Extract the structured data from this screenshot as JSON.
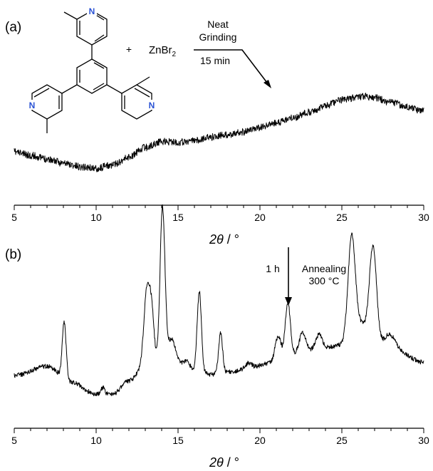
{
  "chart_data": [
    {
      "panel": "a",
      "type": "line",
      "panel_label": "(a)",
      "xlabel_var": "2θ",
      "xlabel_unit": "/ °",
      "xlim": [
        5,
        30
      ],
      "xticks": [
        5,
        10,
        15,
        20,
        25,
        30
      ],
      "grid": false,
      "series": [
        {
          "x": [
            5,
            6,
            7,
            8,
            9,
            10,
            11,
            12,
            13,
            14,
            15,
            16,
            17,
            18,
            19,
            20,
            21,
            22,
            23,
            24,
            25,
            26,
            26.5,
            27,
            28,
            29,
            30
          ],
          "values": [
            0.4,
            0.36,
            0.32,
            0.27,
            0.23,
            0.21,
            0.25,
            0.34,
            0.45,
            0.52,
            0.51,
            0.53,
            0.57,
            0.6,
            0.63,
            0.68,
            0.73,
            0.79,
            0.86,
            0.93,
            1.0,
            1.03,
            1.04,
            1.02,
            0.97,
            0.92,
            0.87
          ]
        }
      ],
      "annotations": {
        "reagent": "ZnBr",
        "reagent_subscript": "2",
        "plus": "+",
        "condition_top": "Neat",
        "condition_mid": "Grinding",
        "condition_bottom": "15 min"
      }
    },
    {
      "panel": "b",
      "type": "line",
      "panel_label": "(b)",
      "xlabel_var": "2θ",
      "xlabel_unit": "/ °",
      "xlim": [
        5,
        30
      ],
      "xticks": [
        5,
        10,
        15,
        20,
        25,
        30
      ],
      "grid": false,
      "baseline": [
        [
          5,
          0.26
        ],
        [
          7,
          0.33
        ],
        [
          8.5,
          0.21
        ],
        [
          10,
          0.12
        ],
        [
          11,
          0.12
        ],
        [
          12,
          0.22
        ],
        [
          13,
          0.34
        ],
        [
          15,
          0.33
        ],
        [
          17,
          0.27
        ],
        [
          19,
          0.3
        ],
        [
          20.5,
          0.35
        ],
        [
          22,
          0.42
        ],
        [
          24,
          0.47
        ],
        [
          26,
          0.52
        ],
        [
          28,
          0.47
        ],
        [
          30,
          0.36
        ]
      ],
      "peaks": [
        [
          8.05,
          0.42,
          0.12
        ],
        [
          10.4,
          0.05,
          0.12
        ],
        [
          13.1,
          0.55,
          0.18
        ],
        [
          13.4,
          0.35,
          0.15
        ],
        [
          14.05,
          1.17,
          0.15
        ],
        [
          14.6,
          0.2,
          0.25
        ],
        [
          15.5,
          0.05,
          0.2
        ],
        [
          16.3,
          0.6,
          0.13
        ],
        [
          17.6,
          0.3,
          0.12
        ],
        [
          19.3,
          0.05,
          0.2
        ],
        [
          21.1,
          0.18,
          0.18
        ],
        [
          21.7,
          0.4,
          0.15
        ],
        [
          22.6,
          0.15,
          0.2
        ],
        [
          23.6,
          0.1,
          0.2
        ],
        [
          25.6,
          0.78,
          0.22
        ],
        [
          26.9,
          0.72,
          0.22
        ],
        [
          26.2,
          0.12,
          0.3
        ],
        [
          27.9,
          0.1,
          0.3
        ]
      ],
      "annotations": {
        "time": "1 h",
        "condition_top": "Annealing",
        "condition_bottom": "300 °C"
      }
    }
  ],
  "colors": {
    "trace": "#000000",
    "background": "#ffffff"
  },
  "molecule_atom_label": "N"
}
